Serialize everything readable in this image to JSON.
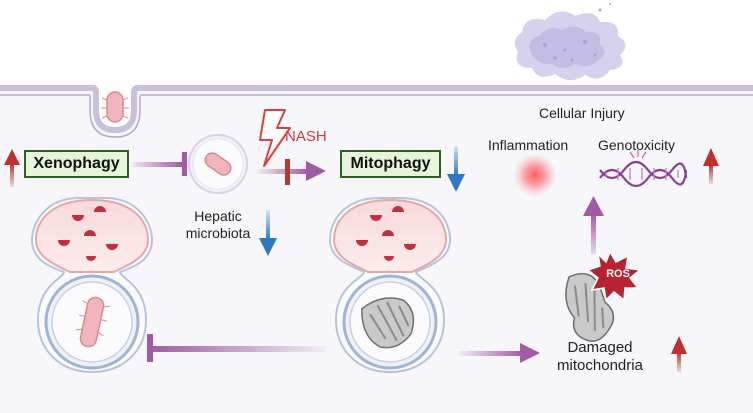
{
  "labels": {
    "xenophagy": "Xenophagy",
    "mitophagy": "Mitophagy",
    "nash": "NASH",
    "hepatic_microbiota": "Hepatic\nmicrobiota",
    "cellular_injury": "Cellular Injury",
    "inflammation": "Inflammation",
    "genotoxicity": "Genotoxicity",
    "ros": "ROS",
    "damaged_mitochondria": "Damaged\nmitochondria"
  },
  "colors": {
    "up_arrow": "#c0302c",
    "down_arrow": "#2e78c2",
    "pathway_arrow": "#a25aa5",
    "inhibit_red": "#b03a3a",
    "box_fill": "#e6f4dc",
    "box_border": "#2f5f22",
    "membrane": "#c9c0de",
    "cell_fill": "#f7f6fb",
    "vesicle_red": "#e8a7ab",
    "vesicle_blue": "#9cb6da",
    "nash_text": "#d23a3a"
  },
  "icons": [
    "lightning-icon",
    "dna-icon",
    "inflammation-glow-icon",
    "ros-burst-icon",
    "bacterium-icon",
    "mitochondrion-icon",
    "lysosome-icon",
    "autophagosome-icon",
    "debris-cloud-icon"
  ]
}
